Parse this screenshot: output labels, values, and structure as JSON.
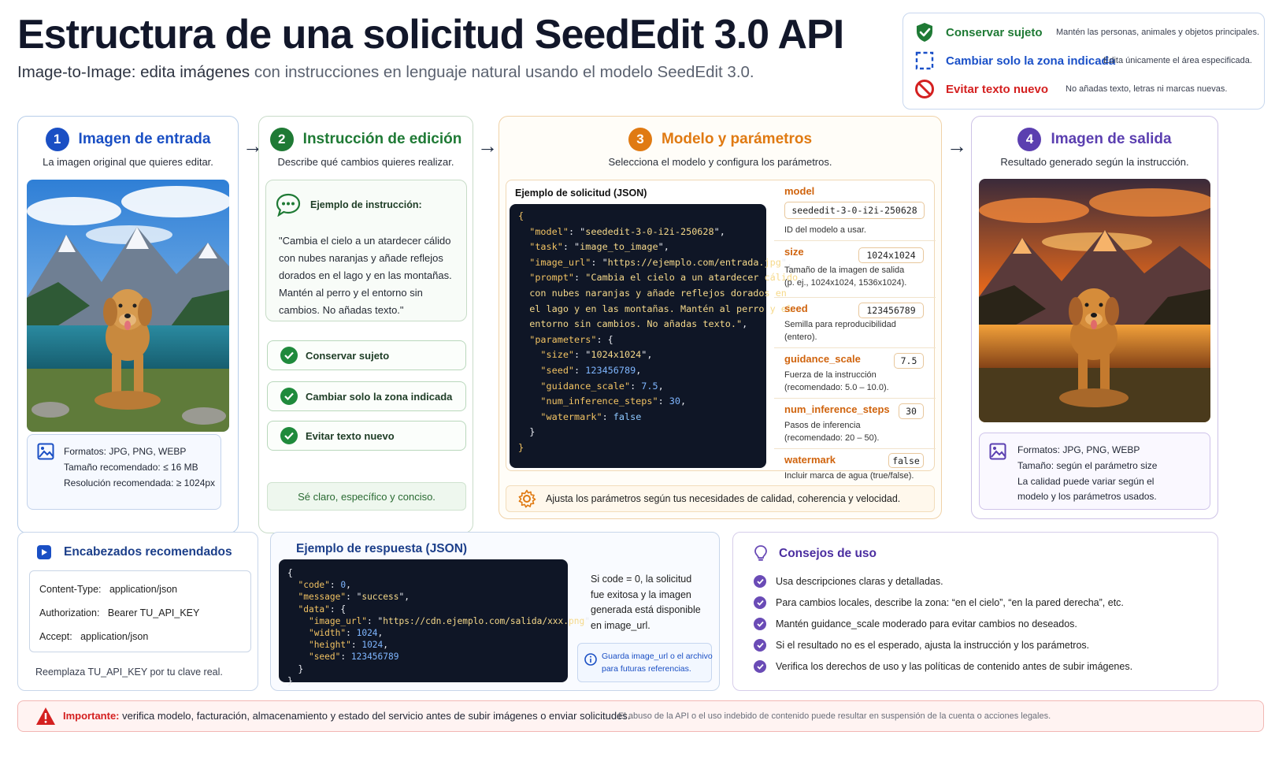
{
  "header": {
    "title": "Estructura de una solicitud SeedEdit 3.0 API",
    "subtitle_lead": "Image-to-Image: edita imágenes",
    "subtitle_rest": " con instrucciones en lenguaje natural usando el modelo SeedEdit 3.0."
  },
  "legend": [
    {
      "label": "Conservar sujeto",
      "desc": "Mantén las personas, animales y objetos principales.",
      "icon": "shield-check-icon",
      "color": "#1f7a35"
    },
    {
      "label": "Cambiar solo la zona indicada",
      "desc": "Edita únicamente el área especificada.",
      "icon": "dashed-square-icon",
      "color": "#1a50c8"
    },
    {
      "label": "Evitar texto nuevo",
      "desc": "No añadas texto, letras ni marcas nuevas.",
      "icon": "prohibited-icon",
      "color": "#d42020"
    }
  ],
  "step1": {
    "num": "1",
    "title": "Imagen de entrada",
    "subtitle": "La imagen original que quieres editar.",
    "info": [
      "Formatos: JPG, PNG, WEBP",
      "Tamaño recomendado: ≤ 16 MB",
      "Resolución recomendada: ≥ 1024px"
    ]
  },
  "step2": {
    "num": "2",
    "title": "Instrucción de edición",
    "subtitle": "Describe qué cambios quieres realizar.",
    "example_label": "Ejemplo de instrucción:",
    "example_text": "\"Cambia el cielo a un atardecer cálido con nubes naranjas y añade reflejos dorados en el lago y en las montañas. Mantén al perro y el entorno sin cambios. No añadas texto.\"",
    "checks": [
      "Conservar sujeto",
      "Cambiar solo la zona indicada",
      "Evitar texto nuevo"
    ],
    "tip": "Sé claro, específico y conciso."
  },
  "step3": {
    "num": "3",
    "title": "Modelo y parámetros",
    "subtitle": "Selecciona el modelo y configura los parámetros.",
    "json_label": "Ejemplo de solicitud (JSON)",
    "request_json": {
      "model": "seededit-3-0-i2i-250628",
      "task": "image_to_image",
      "image_url": "https://ejemplo.com/entrada.jpg",
      "prompt": "Cambia el cielo a un atardecer cálido con nubes naranjas y añade reflejos dorados en el lago y en las montañas. Mantén al perro y el entorno sin cambios. No añadas texto.",
      "size": "1024x1024",
      "seed": "123456789",
      "guidance_scale": "7.5",
      "num_inference_steps": "30",
      "watermark": "false"
    },
    "params": [
      {
        "name": "model",
        "value": "seededit-3-0-i2i-250628",
        "desc": [
          "ID del modelo a usar."
        ]
      },
      {
        "name": "size",
        "value": "1024x1024",
        "desc": [
          "Tamaño de la imagen de salida",
          "(p. ej., 1024x1024, 1536x1024)."
        ]
      },
      {
        "name": "seed",
        "value": "123456789",
        "desc": [
          "Semilla para reproducibilidad",
          "(entero)."
        ]
      },
      {
        "name": "guidance_scale",
        "value": "7.5",
        "desc": [
          "Fuerza de la instrucción",
          "(recomendado: 5.0 – 10.0)."
        ]
      },
      {
        "name": "num_inference_steps",
        "value": "30",
        "desc": [
          "Pasos de inferencia",
          "(recomendado: 20 – 50)."
        ]
      },
      {
        "name": "watermark",
        "value": "false",
        "desc": [
          "Incluir marca de agua (true/false)."
        ]
      }
    ],
    "adjust_note": "Ajusta los parámetros según tus necesidades de calidad, coherencia y velocidad."
  },
  "step4": {
    "num": "4",
    "title": "Imagen de salida",
    "subtitle": "Resultado generado según la instrucción.",
    "info": [
      "Formatos: JPG, PNG, WEBP",
      "Tamaño: según el parámetro size",
      "La calidad puede variar según el",
      "modelo y los parámetros usados."
    ]
  },
  "headers_card": {
    "title": "Encabezados recomendados",
    "rows": [
      {
        "key": "Content-Type:",
        "value": "application/json"
      },
      {
        "key": "Authorization:",
        "value": "Bearer TU_API_KEY"
      },
      {
        "key": "Accept:",
        "value": "application/json"
      }
    ],
    "note": "Reemplaza TU_API_KEY por tu clave real."
  },
  "response_card": {
    "title": "Ejemplo de respuesta (JSON)",
    "json": {
      "code": "0",
      "message": "success",
      "image_url": "https://cdn.ejemplo.com/salida/xxx.png",
      "width": "1024",
      "height": "1024",
      "seed": "123456789"
    },
    "explain": [
      "Si code = 0, la solicitud",
      "fue exitosa y la imagen",
      "generada está disponible",
      "en image_url."
    ],
    "tip": [
      "Guarda image_url o el archivo",
      "para futuras referencias."
    ]
  },
  "tips_card": {
    "title": "Consejos de uso",
    "items": [
      "Usa descripciones claras y detalladas.",
      "Para cambios locales, describe la zona: “en el cielo”, “en la pared derecha”, etc.",
      "Mantén guidance_scale moderado para evitar cambios no deseados.",
      "Si el resultado no es el esperado, ajusta la instrucción y los parámetros.",
      "Verifica los derechos de uso y las políticas de contenido antes de subir imágenes."
    ]
  },
  "warning": {
    "label": "Importante:",
    "text": " verifica modelo, facturación, almacenamiento y estado del servicio antes de subir imágenes o enviar solicitudes.",
    "note": "El abuso de la API o el uso indebido de contenido puede resultar en suspensión de la cuenta o acciones legales."
  },
  "colors": {
    "blue": "#1a4fc4",
    "green": "#1f7a35",
    "orange": "#e07a12",
    "purple": "#5b3fb0",
    "red": "#d42020"
  }
}
